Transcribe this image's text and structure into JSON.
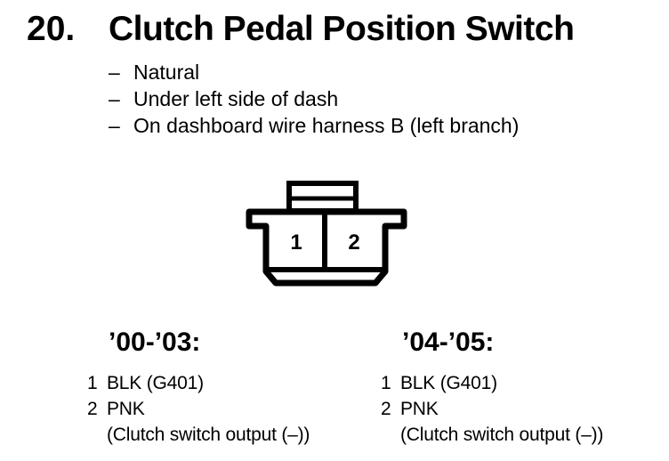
{
  "page": {
    "number": "20.",
    "title": "Clutch Pedal Position Switch",
    "bullet_dash": "–",
    "bullets": [
      "Natural",
      "Under left side of dash",
      "On dashboard wire harness B (left branch)"
    ]
  },
  "connector": {
    "pin_labels": [
      "1",
      "2"
    ]
  },
  "columns": [
    {
      "heading": "’00-’03:",
      "pins": [
        {
          "num": "1",
          "label": "BLK (G401)"
        },
        {
          "num": "2",
          "label": "PNK"
        },
        {
          "num": "",
          "label": "(Clutch switch output (–))"
        }
      ]
    },
    {
      "heading": "’04-’05:",
      "pins": [
        {
          "num": "1",
          "label": "BLK (G401)"
        },
        {
          "num": "2",
          "label": "PNK"
        },
        {
          "num": "",
          "label": "(Clutch switch output (–))"
        }
      ]
    }
  ],
  "colors": {
    "ink": "#000000",
    "paper": "#ffffff"
  }
}
